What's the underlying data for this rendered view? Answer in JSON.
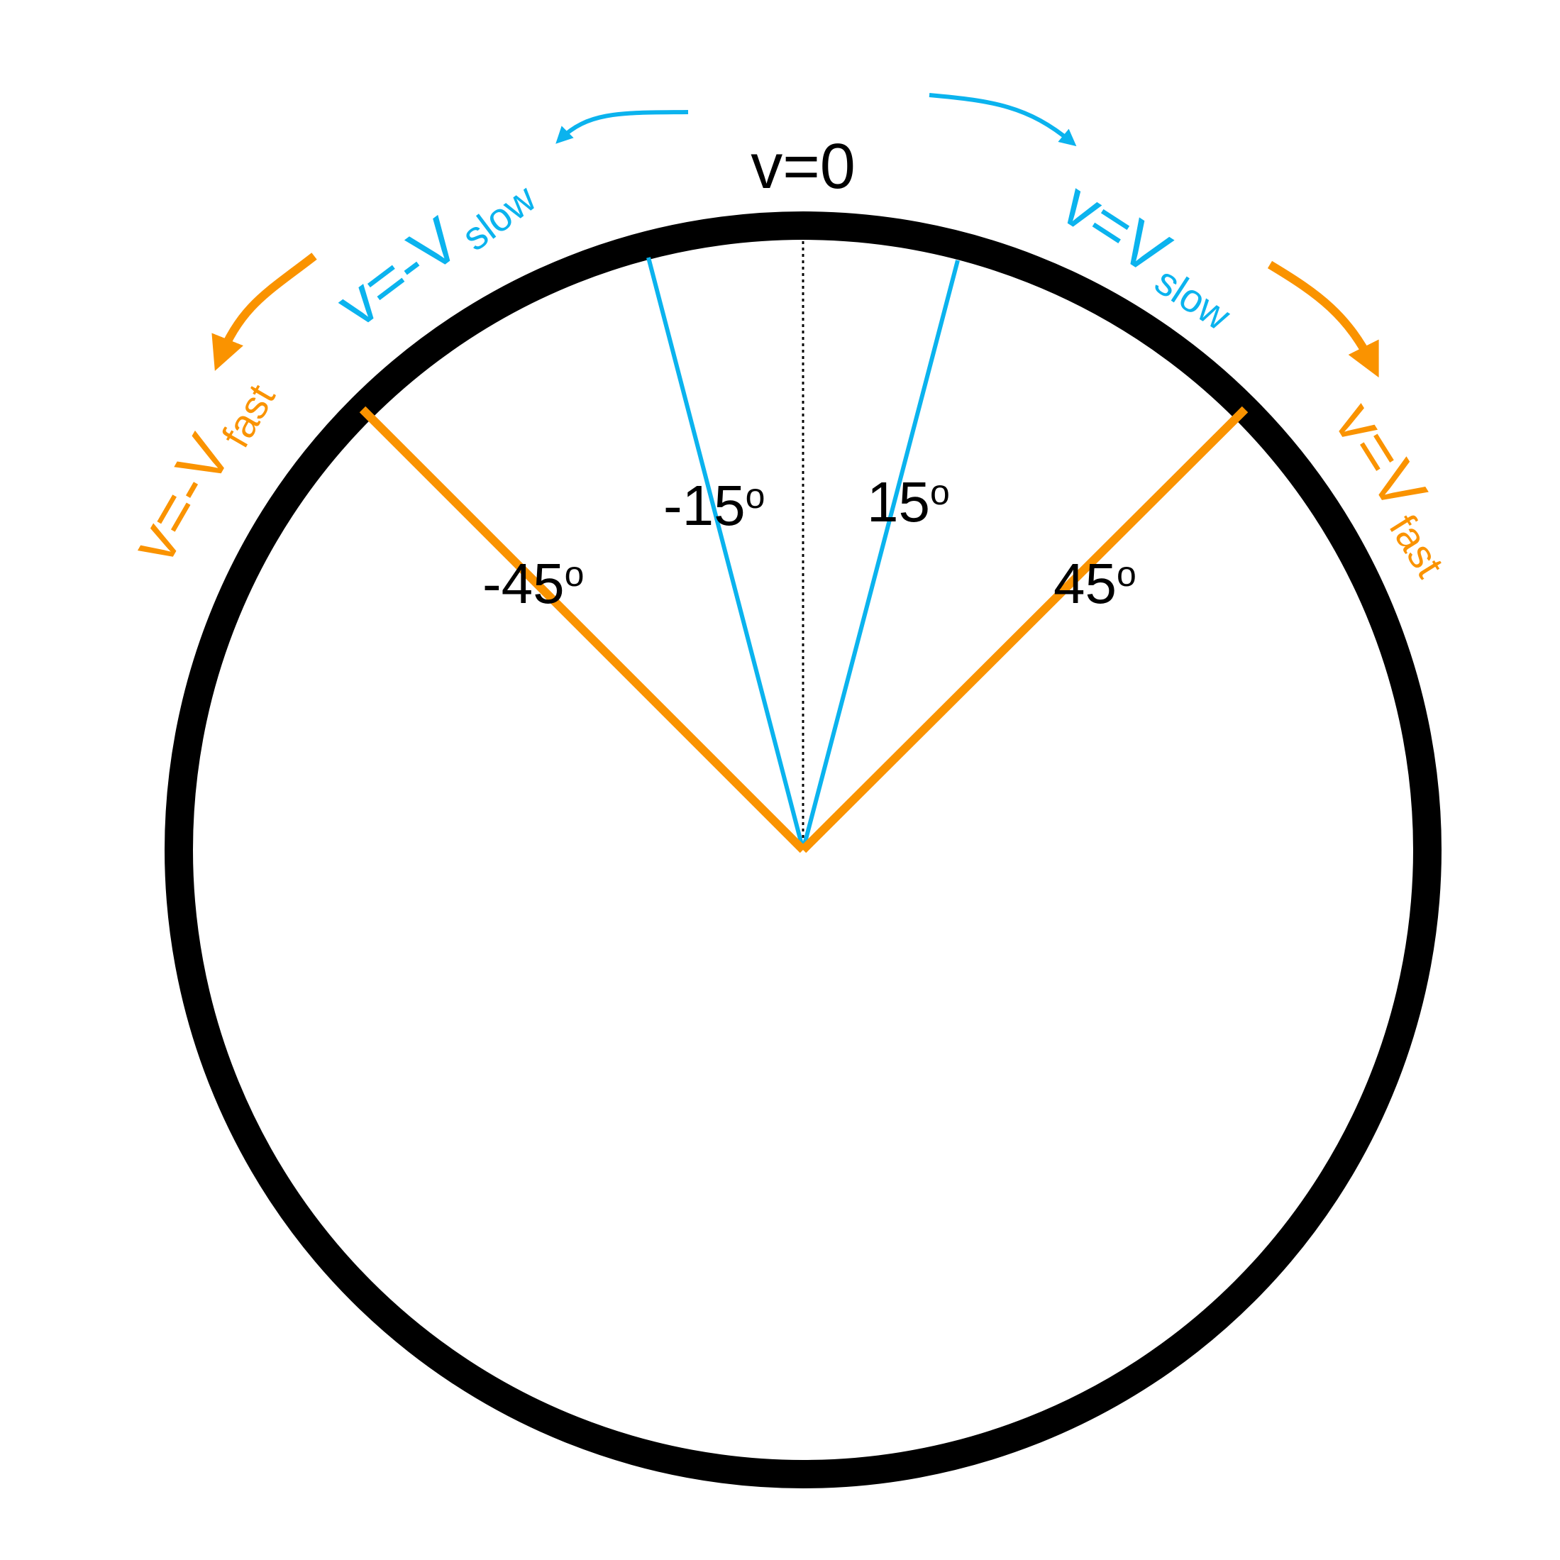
{
  "labels": {
    "v_zero": "v=0",
    "angle_neg15": "-15",
    "angle_pos15": "15",
    "angle_neg45": "-45",
    "angle_pos45": "45",
    "degree_mark": "o",
    "neg_slow_main": "v=-V",
    "neg_slow_sub": "slow",
    "pos_slow_main": "v=V",
    "pos_slow_sub": "slow",
    "neg_fast_main": "v=-V",
    "neg_fast_sub": "fast",
    "pos_fast_main": "v=V",
    "pos_fast_sub": "fast"
  },
  "angles_deg": [
    -45,
    -15,
    15,
    45
  ],
  "colors": {
    "circle": "#000000",
    "slow": "#0BB3EE",
    "fast": "#FA9300",
    "text": "#000000",
    "background": "#FFFFFF"
  }
}
